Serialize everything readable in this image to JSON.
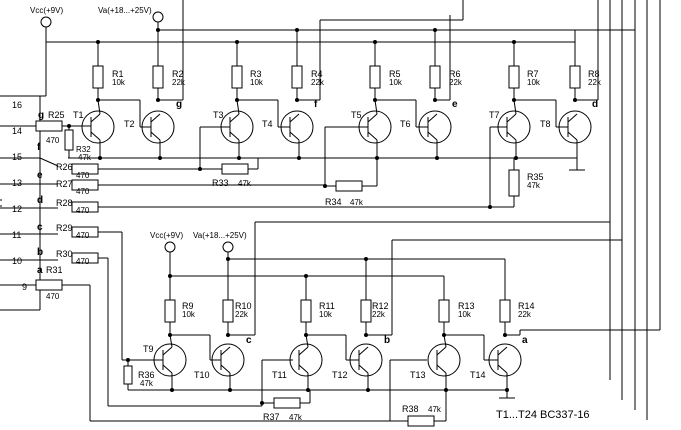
{
  "supply": {
    "vcc_top": "Vcc(+9V)",
    "va_top": "Va(+18...+25V)",
    "vcc_bottom": "Vcc(+9V)",
    "va_bottom": "Va(+18...+25V)"
  },
  "pins": [
    "16",
    "14",
    "15",
    "13",
    "12",
    "11",
    "10",
    "9"
  ],
  "segments": [
    "g",
    "f",
    "e",
    "d",
    "c",
    "b",
    "a"
  ],
  "top_resistors": [
    {
      "name": "R1",
      "value": "10k"
    },
    {
      "name": "R2",
      "value": "22k"
    },
    {
      "name": "R3",
      "value": "10k"
    },
    {
      "name": "R4",
      "value": "22k"
    },
    {
      "name": "R5",
      "value": "10k"
    },
    {
      "name": "R6",
      "value": "22k"
    },
    {
      "name": "R7",
      "value": "10k"
    },
    {
      "name": "R8",
      "value": "22k"
    }
  ],
  "bottom_resistors": [
    {
      "name": "R9",
      "value": "10k"
    },
    {
      "name": "R10",
      "value": "22k"
    },
    {
      "name": "R11",
      "value": "10k"
    },
    {
      "name": "R12",
      "value": "22k"
    },
    {
      "name": "R13",
      "value": "10k"
    },
    {
      "name": "R14",
      "value": "22k"
    }
  ],
  "input_resistors": [
    {
      "name": "R25",
      "value": "470"
    },
    {
      "name": "R26",
      "value": "470"
    },
    {
      "name": "R27",
      "value": "470"
    },
    {
      "name": "R28",
      "value": "470"
    },
    {
      "name": "R29",
      "value": "470"
    },
    {
      "name": "R30",
      "value": "470"
    },
    {
      "name": "R31",
      "value": "470"
    }
  ],
  "base_resistors": [
    {
      "name": "R32",
      "value": "47k"
    },
    {
      "name": "R33",
      "value": "47k"
    },
    {
      "name": "R34",
      "value": "47k"
    },
    {
      "name": "R35",
      "value": "47k"
    },
    {
      "name": "R36",
      "value": "47k"
    },
    {
      "name": "R37",
      "value": "47k"
    },
    {
      "name": "R38",
      "value": "47k"
    }
  ],
  "transistors_top": [
    "T1",
    "T2",
    "T3",
    "T4",
    "T5",
    "T6",
    "T7",
    "T8"
  ],
  "transistors_bottom": [
    "T9",
    "T10",
    "T11",
    "T12",
    "T13",
    "T14"
  ],
  "note": "T1...T24  BC337-16"
}
